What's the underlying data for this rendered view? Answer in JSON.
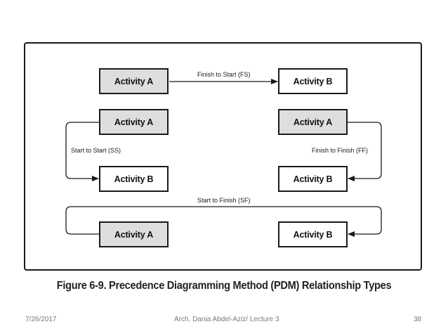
{
  "diagram": {
    "boxes": {
      "fs_pred": "Activity A",
      "fs_succ": "Activity B",
      "ss_pred": "Activity A",
      "ss_succ": "Activity B",
      "ff_pred": "Activity A",
      "ff_succ": "Activity B",
      "sf_pred": "Activity A",
      "sf_succ": "Activity B"
    },
    "relationships": {
      "fs": "Finish to Start (FS)",
      "ss": "Start to Start (SS)",
      "ff": "Finish to Finish (FF)",
      "sf": "Start to Finish (SF)"
    },
    "caption": "Figure 6-9. Precedence Diagramming Method (PDM) Relationship Types",
    "colors": {
      "predecessor_fill": "#dedede",
      "successor_fill": "#ffffff",
      "line": "#1a1a1a"
    }
  },
  "footer": {
    "date": "7/26/2017",
    "author": "Arch. Dania Abdel-Aziz/ Lecture 3",
    "page_number": "38"
  }
}
